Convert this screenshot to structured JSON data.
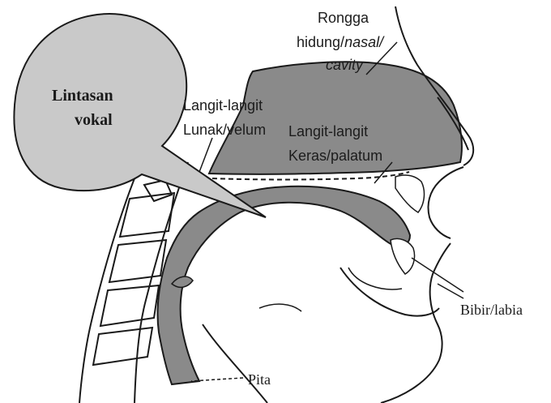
{
  "labels": {
    "nasal_line1": "Rongga",
    "nasal_line2_plain": "hidung/",
    "nasal_line2_italic": "nasal/",
    "nasal_line3_italic": "cavity",
    "bubble_line1": "Lintasan",
    "bubble_line2": "vokal",
    "soft_palate_line1": "Langit-langit",
    "soft_palate_line2": "Lunak/velum",
    "hard_palate_line1": "Langit-langit",
    "hard_palate_line2": "Keras/palatum",
    "lips": "Bibir/labia",
    "vocal_cords": "Pita"
  },
  "colors": {
    "cavity_fill": "#8a8a8a",
    "bubble_fill": "#c9c9c9",
    "outline": "#1a1a1a"
  }
}
